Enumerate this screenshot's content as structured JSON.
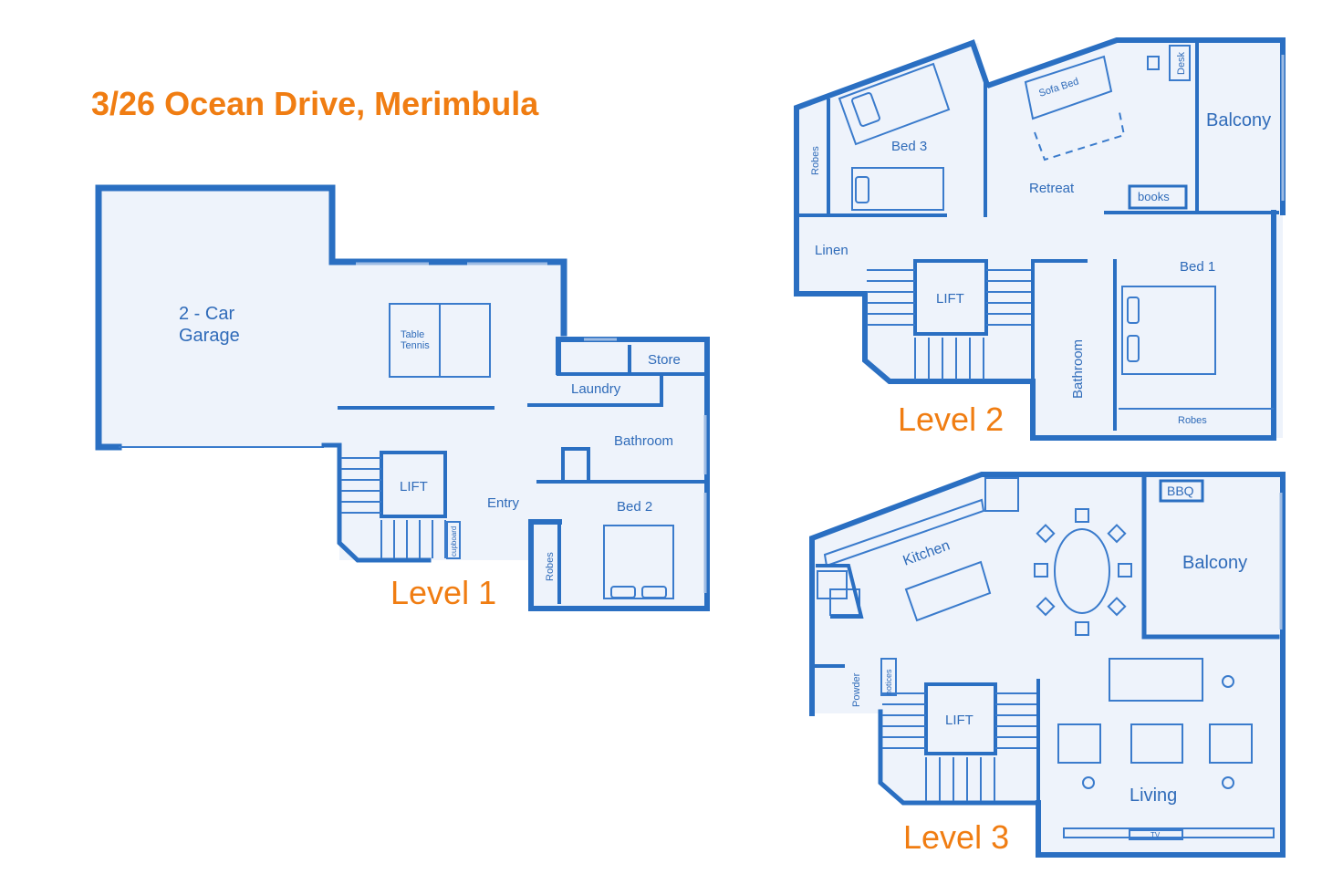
{
  "title": "3/26 Ocean Drive, Merimbula",
  "colors": {
    "wall": "#2a6fc2",
    "label": "#2f6bb9",
    "accent": "#f07d12"
  },
  "level1": {
    "name": "Level 1",
    "rooms": {
      "garage_line1": "2 - Car",
      "garage_line2": "Garage",
      "table_tennis_line1": "Table",
      "table_tennis_line2": "Tennis",
      "store": "Store",
      "laundry": "Laundry",
      "bathroom": "Bathroom",
      "lift": "LIFT",
      "entry": "Entry",
      "bed2": "Bed 2",
      "robes": "Robes",
      "cupboard": "cupboard"
    }
  },
  "level2": {
    "name": "Level 2",
    "rooms": {
      "robes": "Robes",
      "bed3": "Bed 3",
      "sofa_bed": "Sofa Bed",
      "desk": "Desk",
      "balcony": "Balcony",
      "retreat": "Retreat",
      "books": "books",
      "linen": "Linen",
      "lift": "LIFT",
      "bathroom": "Bathroom",
      "bed1": "Bed 1",
      "robes_bed1": "Robes"
    }
  },
  "level3": {
    "name": "Level 3",
    "rooms": {
      "bbq": "BBQ",
      "kitchen": "Kitchen",
      "balcony": "Balcony",
      "powder": "Powder",
      "notices": "notices",
      "lift": "LIFT",
      "living": "Living",
      "tv": "TV"
    }
  }
}
